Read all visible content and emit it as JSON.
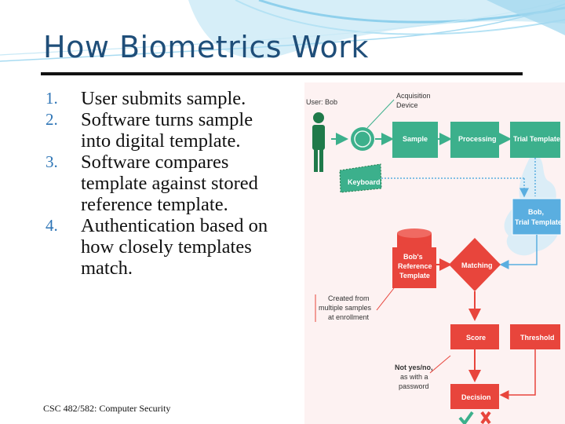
{
  "slide": {
    "title": "How Biometrics Work",
    "bullets": [
      {
        "num": "1.",
        "text": "User submits sample."
      },
      {
        "num": "2.",
        "text": "Software turns sample into digital template."
      },
      {
        "num": "3.",
        "text": "Software compares template against stored reference template."
      },
      {
        "num": "4.",
        "text": "Authentication based on how closely templates match."
      }
    ],
    "footer": "CSC 482/582: Computer Security"
  },
  "diagram": {
    "user_label": "User: Bob",
    "acquisition_label_1": "Acquisition",
    "acquisition_label_2": "Device",
    "sample": "Sample",
    "processing": "Processing",
    "trial_template": "Trial Template",
    "keyboard": "Keyboard",
    "bobs_trial_1": "Bob,",
    "bobs_trial_2": "Trial Template",
    "bobs_ref_1": "Bob's",
    "bobs_ref_2": "Reference",
    "bobs_ref_3": "Template",
    "matching": "Matching",
    "created_from_1": "Created from",
    "created_from_2": "multiple samples",
    "created_from_3": "at enrollment",
    "score": "Score",
    "threshold": "Threshold",
    "not_yes_no_1": "Not yes/no,",
    "not_yes_no_2": "as with a",
    "not_yes_no_3": "password",
    "decision": "Decision"
  },
  "colors": {
    "title": "#1f4e79",
    "bullet_number": "#2e75b6",
    "green_box": "#3cb08c",
    "red_box": "#e8453c",
    "blue_box": "#5aaee0",
    "cloud": "#d7ecf7"
  }
}
